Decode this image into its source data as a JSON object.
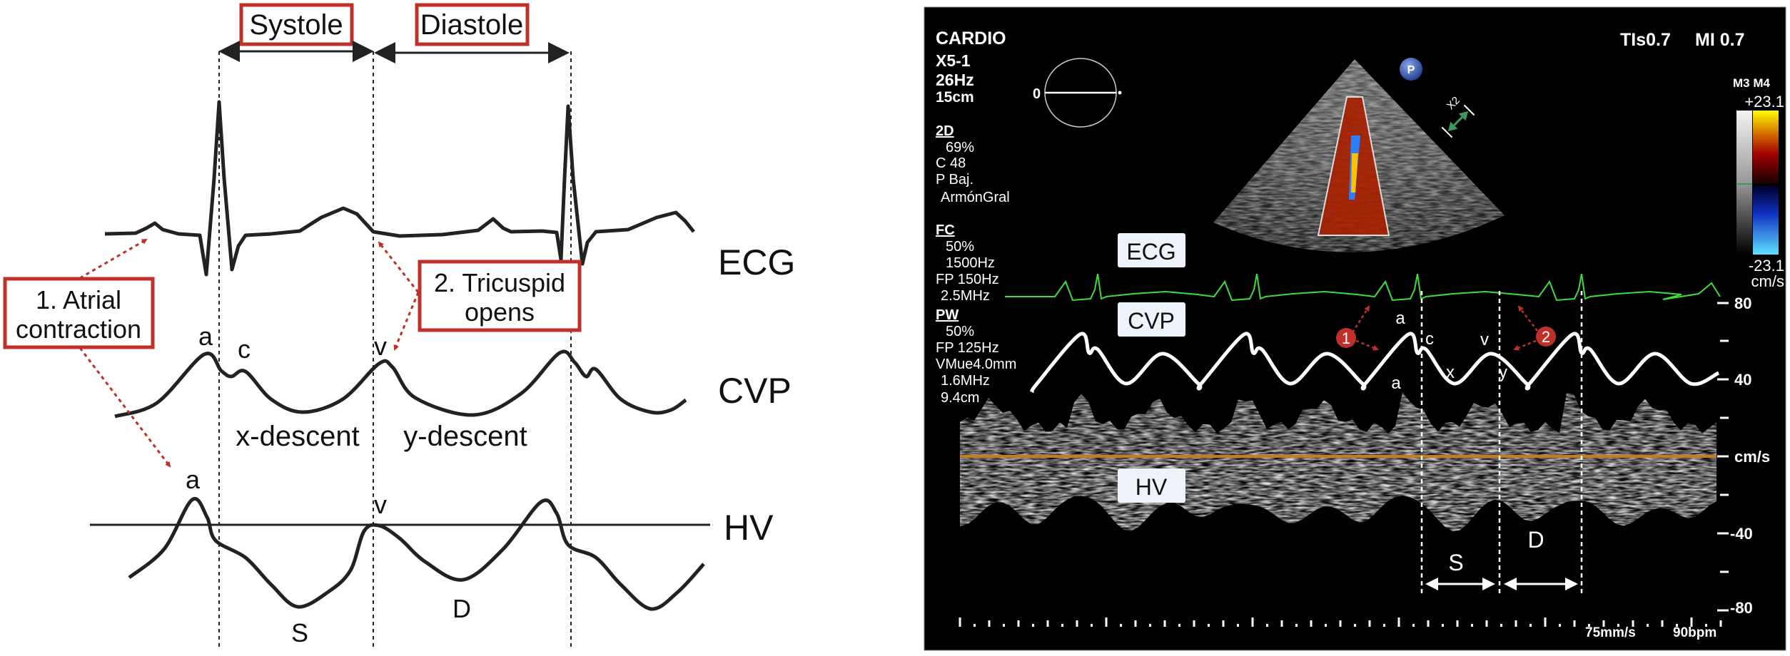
{
  "diagram": {
    "phases": {
      "systole": "Systole",
      "diastole": "Diastole"
    },
    "traces": {
      "ecg": "ECG",
      "cvp": "CVP",
      "hv": "HV"
    },
    "callouts": {
      "atrial_line1": "1. Atrial",
      "atrial_line2": "contraction",
      "tricuspid_line1": "2. Tricuspid",
      "tricuspid_line2": "opens"
    },
    "cvp_waves": {
      "a": "a",
      "c": "c",
      "v": "v",
      "x_descent": "x-descent",
      "y_descent": "y-descent"
    },
    "hv_waves": {
      "a": "a",
      "v": "v",
      "s": "S",
      "d": "D"
    },
    "accent_color": "#c0302b"
  },
  "ultrasound": {
    "header": {
      "preset": "CARDIO",
      "probe": "X5-1",
      "frame_rate": "26Hz",
      "depth": "15cm",
      "tis": "TIs0.7",
      "mi": "MI 0.7"
    },
    "angle_marker": "0",
    "params_2d": {
      "title": "2D",
      "gain": "69%",
      "compress": "C 48",
      "power": "P Baj.",
      "mode": "ArmónGral"
    },
    "params_fc": {
      "title": "FC",
      "gain": "50%",
      "prf": "1500Hz",
      "filter": "FP 150Hz",
      "freq": "2.5MHz"
    },
    "params_pw": {
      "title": "PW",
      "gain": "50%",
      "filter": "FP 125Hz",
      "sample_volume": "VMue4.0mm",
      "freq": "1.6MHz",
      "depth": "9.4cm"
    },
    "image_labels": {
      "p_marker": "P",
      "zoom": "X2"
    },
    "color_scale": {
      "maps": "M3 M4",
      "max": "+23.1",
      "min": "-23.1",
      "unit": "cm/s"
    },
    "trace_labels": {
      "ecg": "ECG",
      "cvp": "CVP",
      "hv": "HV"
    },
    "velocity_axis": {
      "ticks": [
        "80",
        "40",
        "cm/s",
        "-40",
        "-80"
      ]
    },
    "annotations": {
      "a_top": "a",
      "c": "c",
      "v": "v",
      "x": "x",
      "y": "y",
      "a_bottom": "a",
      "badge1": "1",
      "badge2": "2",
      "s": "S",
      "d": "D"
    },
    "footer": {
      "sweep": "75mm/s",
      "heart_rate": "90bpm"
    },
    "colors": {
      "ecg_trace": "#3ddc3d",
      "baseline": "#c87a1e",
      "badge": "#c0302b"
    }
  }
}
